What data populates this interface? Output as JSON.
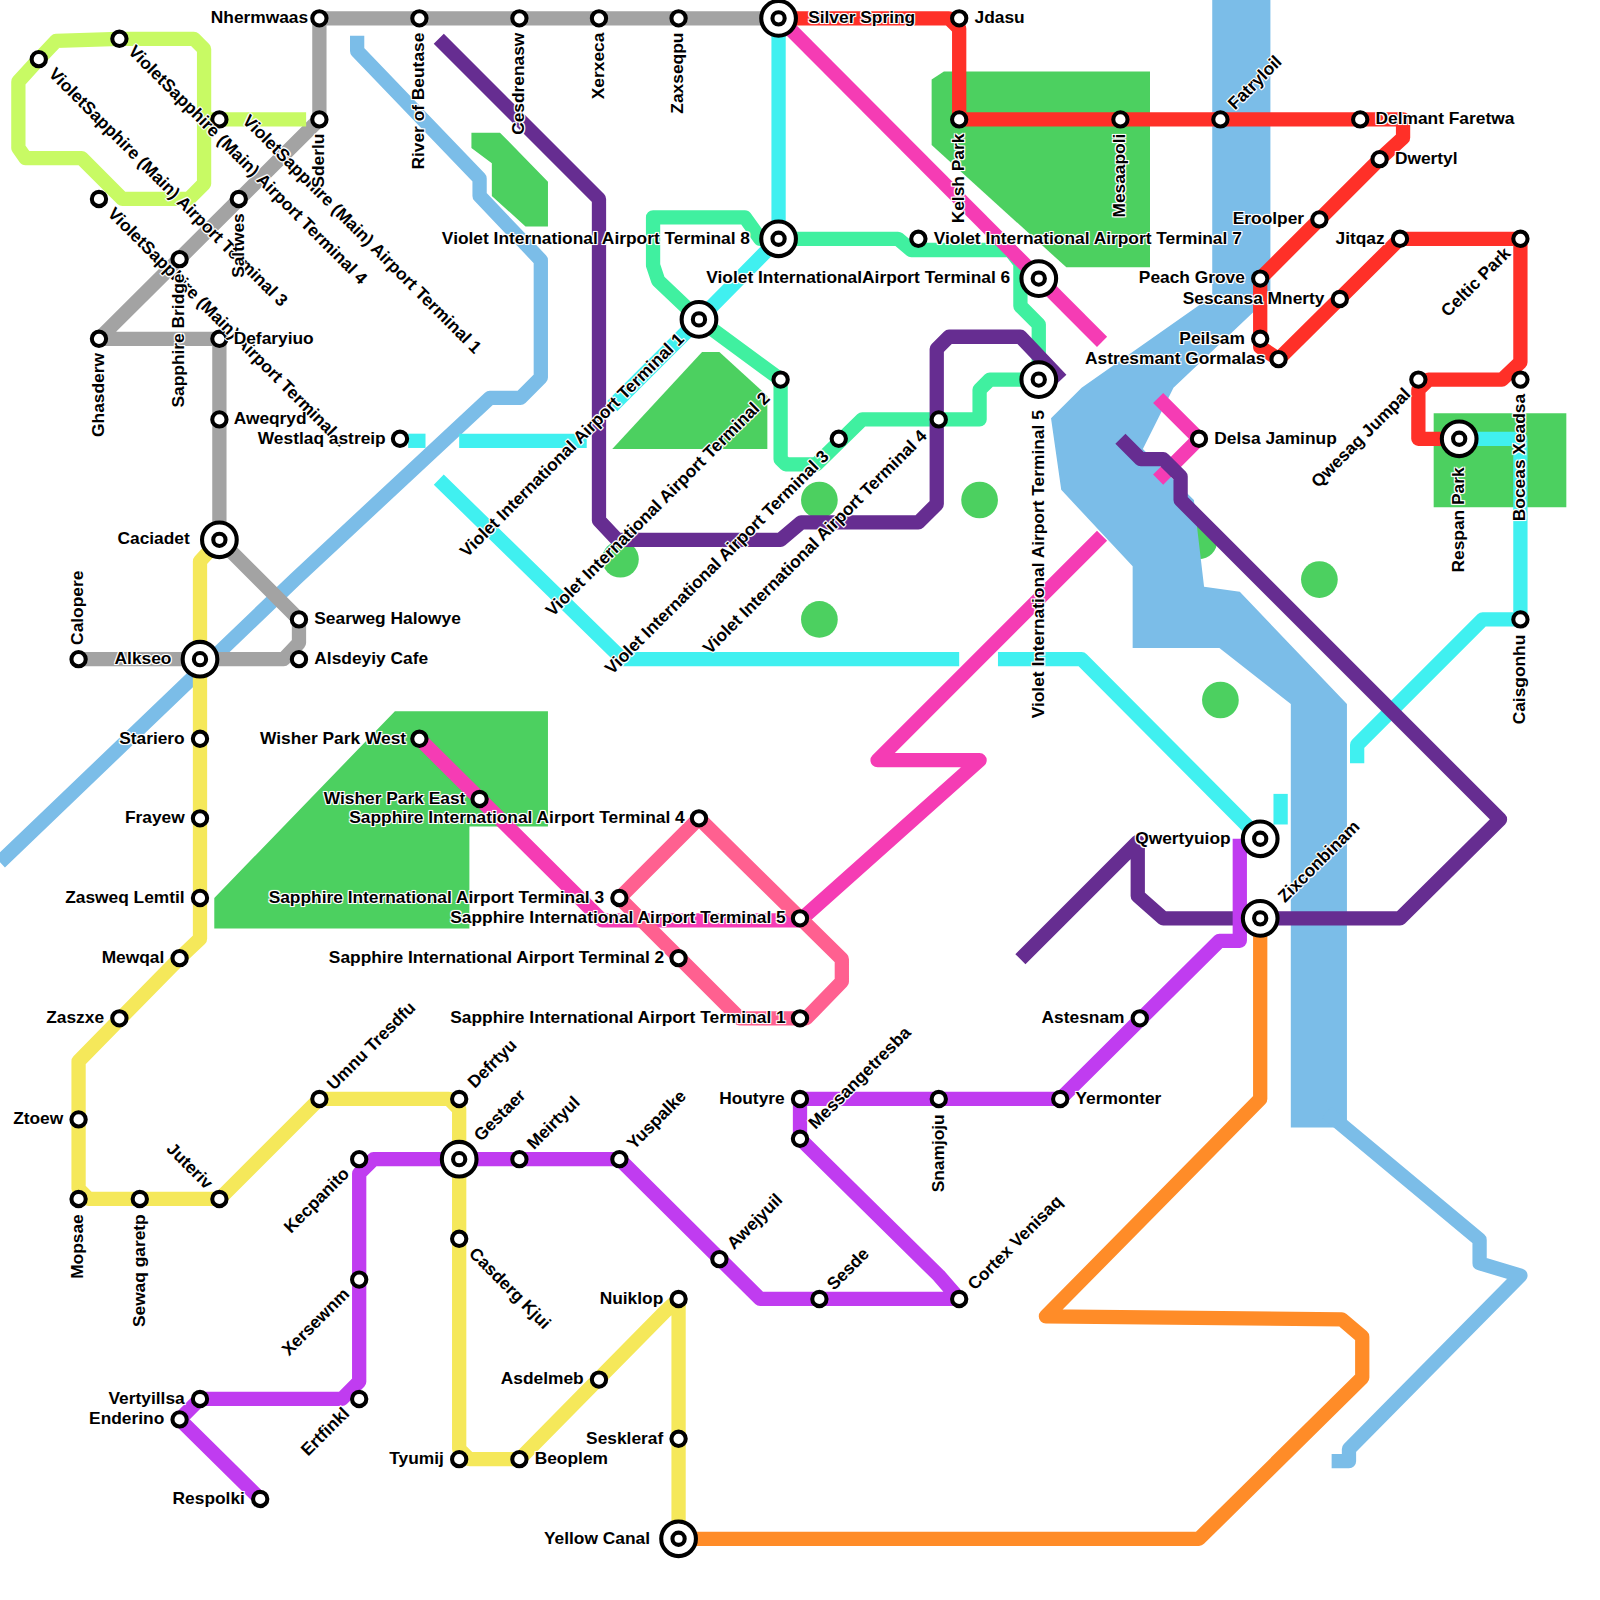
{
  "diagram": {
    "labels": [
      "Nhermwaas",
      "River of Beutase",
      "Cesdrenasw",
      "Xerxeca",
      "Zaxseqpu",
      "Silver Spring",
      "Jdasu",
      "VioletSapphire (Main) Airport Terminal 4",
      "VioletSapphire (Main) Airport Terminal 3",
      "VioletSapphire (Main) Airport Terminal 1",
      "VioletSapphire (Main) Airport Terminal 2",
      "Sderlu",
      "Saltwes",
      "Sapphire Bridge",
      "Ghasderw",
      "Defaryiuo",
      "Aweqryd",
      "Westlaq astreip",
      "Caciadet",
      "Searweg Halowye",
      "Alsdeyiy Cafe",
      "Calopere",
      "Alkseo",
      "Violet International Airport Terminal 8",
      "Violet International Airport Terminal 7",
      "Violet InternationalAirport Terminal 6",
      "Violet International Airport Terminal 1",
      "Violet International Airport Terminal 2",
      "Violet International Airport Terminal 3",
      "Violet International Airport Terminal 4",
      "Violet International Airport Terminal 5",
      "Kelsh Park",
      "Mesaapoli",
      "Fatryloil",
      "Delmant Faretwa",
      "Dwertyl",
      "Eroolper",
      "Jitqaz",
      "Celtic Park",
      "Peach Grove",
      "Sescansa Mnerty",
      "Peilsam",
      "Astresmant Gormalas",
      "Qwesag Jumpal",
      "Delsa Jaminup",
      "Respan Park",
      "Boceas Xeadsa",
      "Caisgonhu",
      "Stariero",
      "Wisher Park West",
      "Wisher Park East",
      "Frayew",
      "Sapphire International Airport Terminal 4",
      "Qwertyuiop",
      "Zasweq Lemtil",
      "Sapphire International Airport Terminal 3",
      "Zixconbinam",
      "Sapphire International Airport Terminal 5",
      "Mewqal",
      "Sapphire International Airport Terminal 2",
      "Zaszxe",
      "Sapphire International Airport Terminal 1",
      "Astesnam",
      "Umnu Tresdfu",
      "Defrtyu",
      "Houtyre",
      "Snamjoju",
      "Yermonter",
      "Ztoew",
      "Messangetresba",
      "Kecpanito",
      "Gestaer",
      "Meirtyul",
      "Yuspalke",
      "Juteriv",
      "Mopsae",
      "Sewaq garetp",
      "Casderg Kjui",
      "Awejyuil",
      "Xersewnm",
      "Sesde",
      "Cortex Venisaq",
      "Nuiklop",
      "Asdelmeb",
      "Vertyillsa",
      "Ertfinkl",
      "Enderino",
      "Seskleraf",
      "Tyumij",
      "Beoplem",
      "Respolki",
      "Yellow Canal"
    ]
  }
}
